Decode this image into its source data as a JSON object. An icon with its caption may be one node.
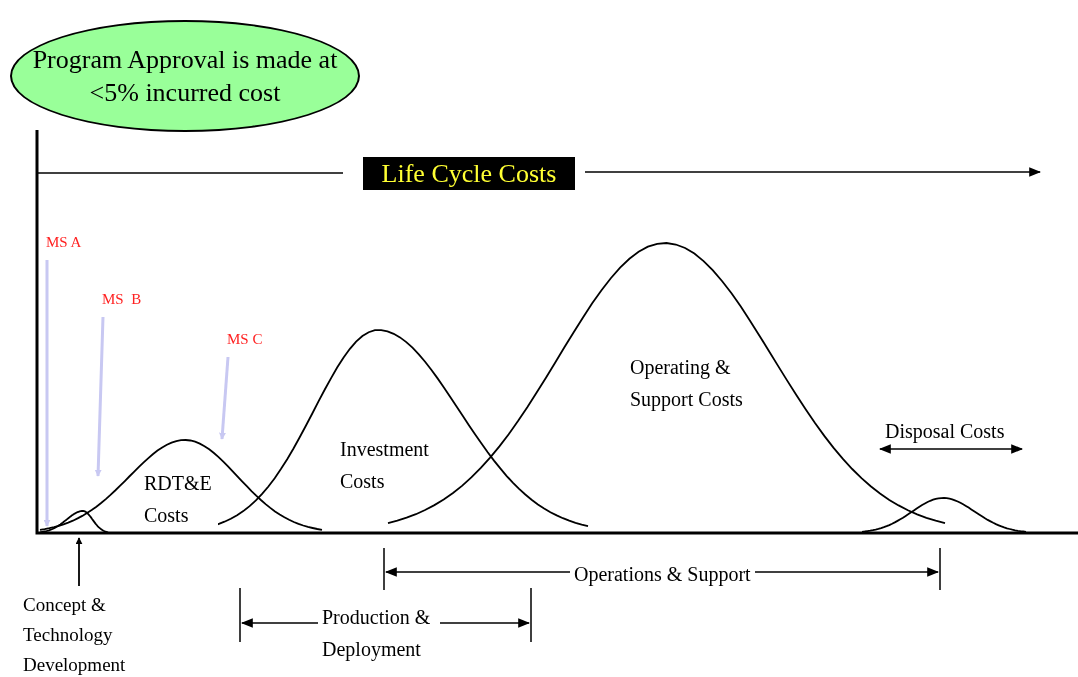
{
  "diagram": {
    "nodes": [
      {
        "text": [
          "Program Approval is made at <5% incurred cost"
        ]
      },
      {
        "text": [
          "Life Cycle Costs"
        ]
      },
      {
        "text": [
          "MS A"
        ]
      },
      {
        "text": [
          "MS  B"
        ]
      },
      {
        "text": [
          "MS C"
        ]
      },
      {
        "text": [
          "Concept & Technology Development"
        ]
      }
    ],
    "edges": [
      {
        "from": 2,
        "to": null,
        "arrow": "to",
        "color": "#c8c8f2"
      },
      {
        "from": 3,
        "to": null,
        "arrow": "to",
        "color": "#c8c8f2"
      },
      {
        "from": 4,
        "to": null,
        "arrow": "to",
        "color": "#c8c8f2"
      },
      {
        "from": 5,
        "to": null,
        "arrow": "to",
        "color": "#000000"
      }
    ],
    "labels": [
      "RDT&E Costs",
      "Investment Costs",
      "Operating & Support Costs",
      "Disposal Costs",
      "Operations & Support",
      "Production & Deployment"
    ]
  }
}
